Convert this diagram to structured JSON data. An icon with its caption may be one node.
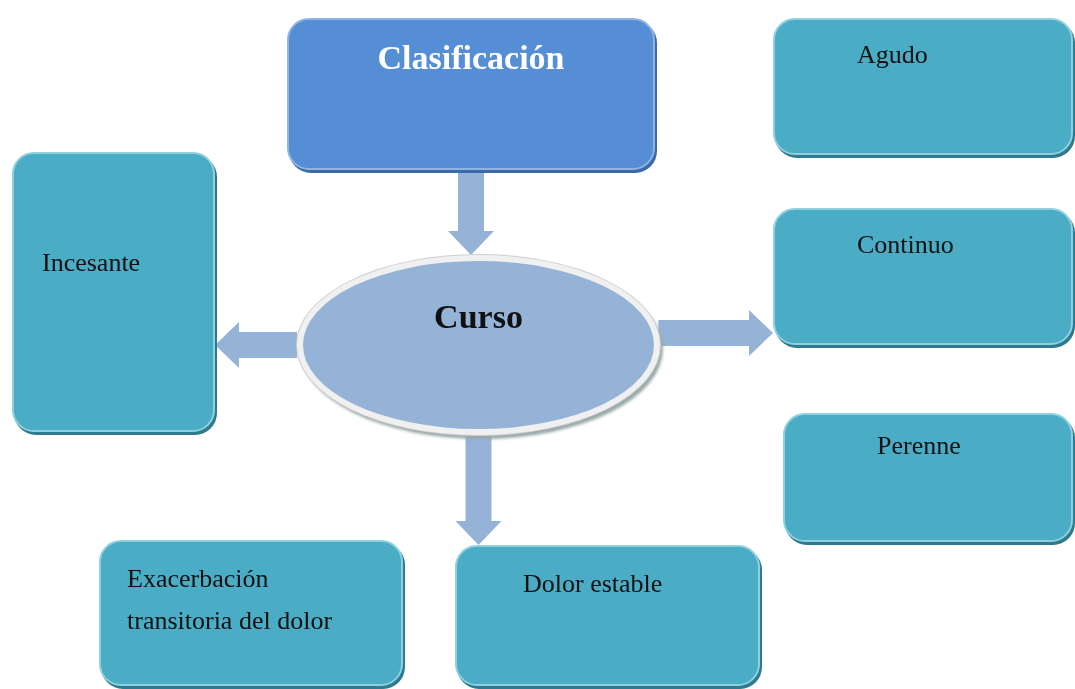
{
  "diagram": {
    "nodes": [
      {
        "text": [
          "Clasificación"
        ]
      },
      {
        "text": [
          "Curso"
        ]
      },
      {
        "text": [
          "Incesante"
        ]
      },
      {
        "text": [
          "Agudo"
        ]
      },
      {
        "text": [
          "Continuo"
        ]
      },
      {
        "text": [
          "Perenne"
        ]
      },
      {
        "text": [
          "Exacerbación transitoria del dolor"
        ]
      },
      {
        "text": [
          "Dolor estable"
        ]
      }
    ],
    "edges": [
      {
        "from": 0,
        "to": 1,
        "arrow": "to"
      },
      {
        "from": 1,
        "to": 2,
        "arrow": "to"
      },
      {
        "from": 1,
        "to": 4,
        "arrow": "to"
      },
      {
        "from": 1,
        "to": 7,
        "arrow": "to"
      }
    ]
  }
}
